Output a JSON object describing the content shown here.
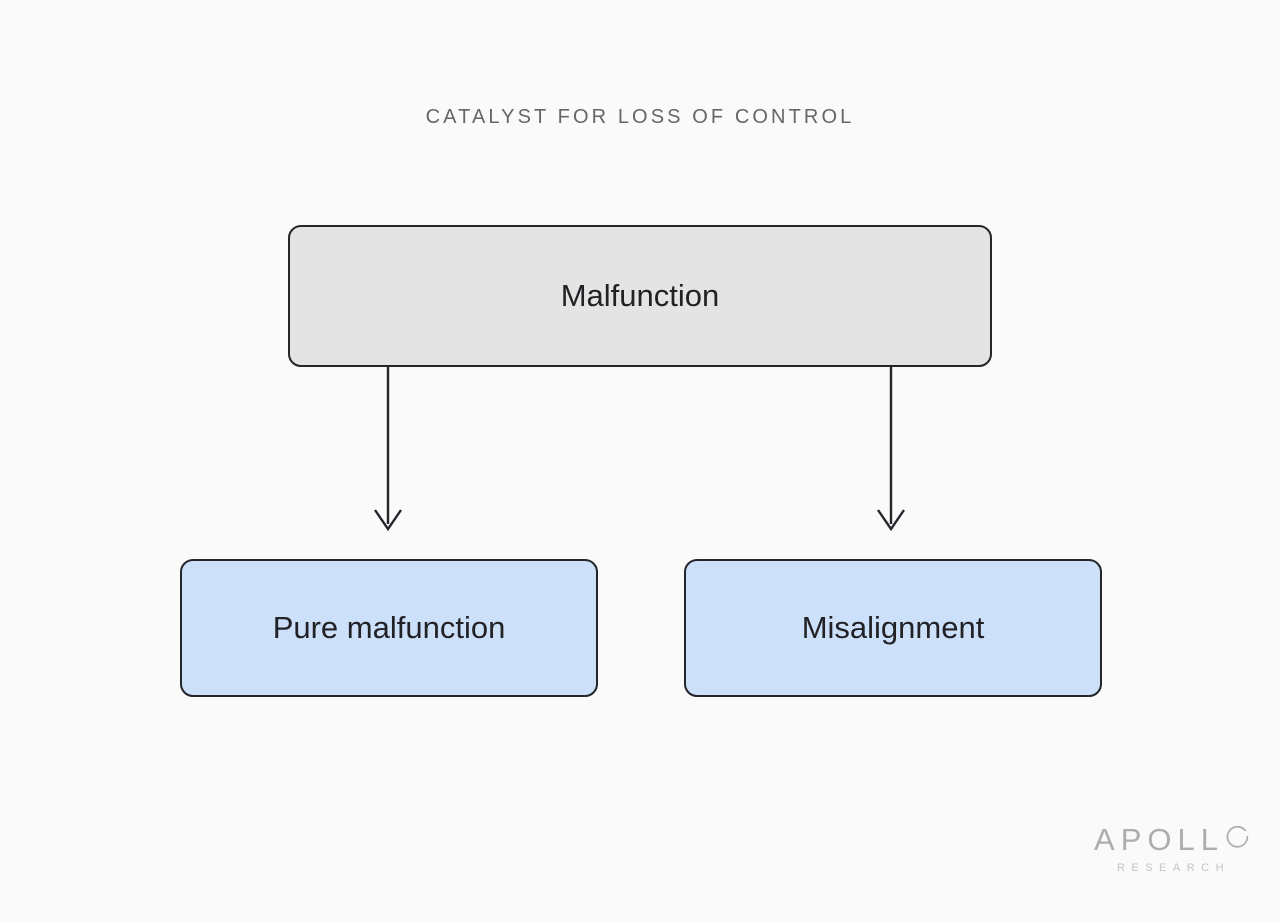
{
  "diagram": {
    "title": "CATALYST FOR LOSS OF CONTROL",
    "background_color": "#fafafa",
    "type": "flowchart",
    "nodes": [
      {
        "id": "malfunction",
        "label": "Malfunction",
        "role": "root",
        "fill_color": "#e4e4e4",
        "border_color": "#24242b",
        "text_color": "#222226"
      },
      {
        "id": "pure-malfunction",
        "label": "Pure malfunction",
        "role": "leaf",
        "fill_color": "#cce0fa",
        "border_color": "#24242b",
        "text_color": "#222226"
      },
      {
        "id": "misalignment",
        "label": "Misalignment",
        "role": "leaf",
        "fill_color": "#cce0fa",
        "border_color": "#24242b",
        "text_color": "#222226"
      }
    ],
    "edges": [
      {
        "from": "malfunction",
        "to": "pure-malfunction",
        "style": "arrow-down",
        "color": "#24242b"
      },
      {
        "from": "malfunction",
        "to": "misalignment",
        "style": "arrow-down",
        "color": "#24242b"
      }
    ]
  },
  "logo": {
    "wordmark": "APOLL",
    "wordmark_ring_letter": "O",
    "subtitle": "RESEARCH",
    "color": "#adadad"
  }
}
